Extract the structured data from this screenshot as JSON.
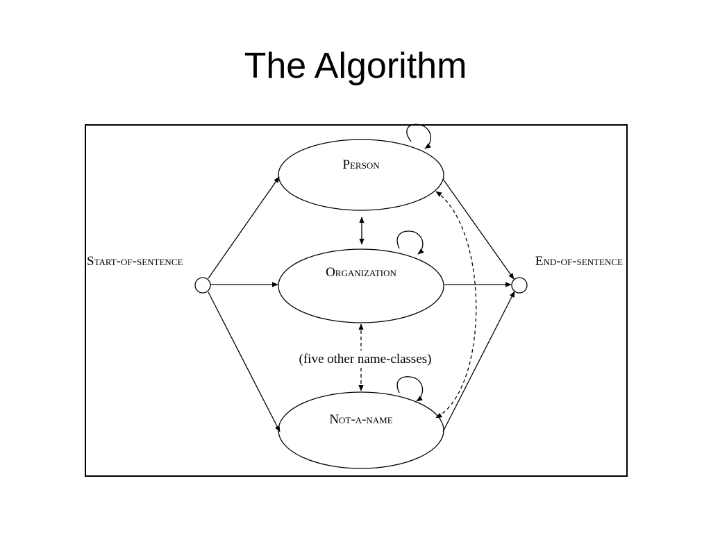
{
  "slide": {
    "title": "The Algorithm"
  },
  "diagram": {
    "nodes": {
      "start": "Start-of-sentence",
      "end": "End-of-sentence",
      "person": "Person",
      "organization": "Organization",
      "not_a_name": "Not-a-name"
    },
    "annotation": "(five other name-classes)"
  },
  "colors": {
    "stroke": "#000000",
    "background": "#ffffff"
  }
}
